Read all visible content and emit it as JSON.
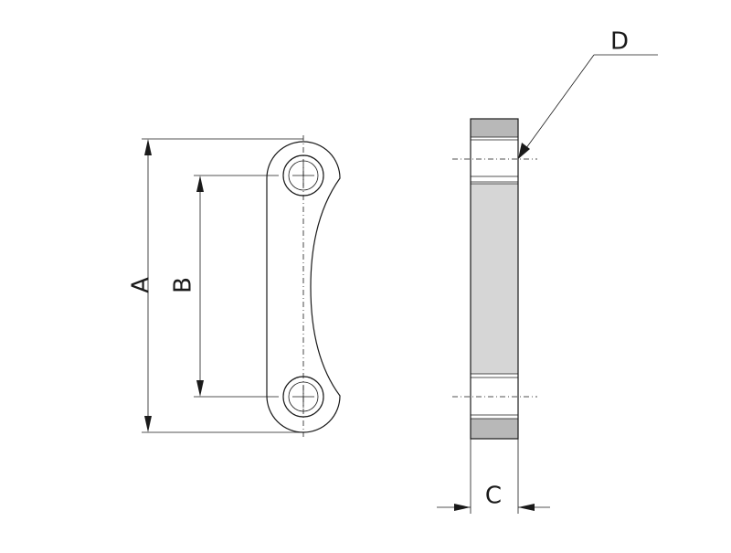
{
  "labels": {
    "dim_a": "A",
    "dim_b": "B",
    "dim_c": "C",
    "dim_d": "D"
  },
  "colors": {
    "line": "#1a1a1a",
    "side_band": "#b8b8b8",
    "side_body": "#d6d6d6",
    "background": "#ffffff"
  }
}
